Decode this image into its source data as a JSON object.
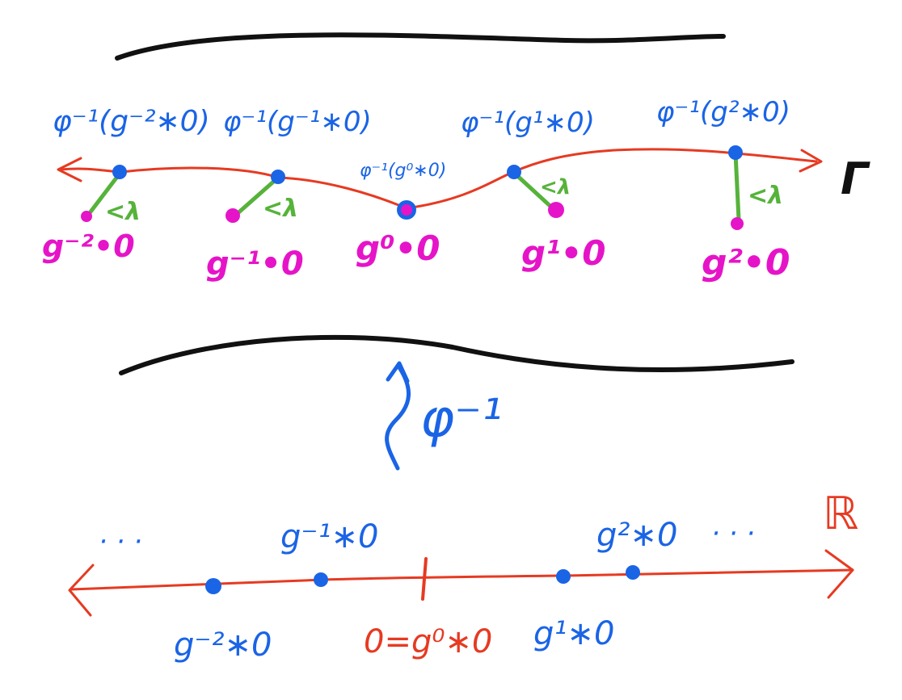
{
  "colors": {
    "black": "#111111",
    "red": "#e63a22",
    "blue": "#1a64e6",
    "magenta": "#e614c8",
    "green": "#56b33a"
  },
  "gamma": {
    "label": "Γ",
    "top_points": [
      {
        "label": "φ⁻¹(g⁻²∗0)"
      },
      {
        "label": "φ⁻¹(g⁻¹∗0)"
      },
      {
        "label": "φ⁻¹(g⁰∗0)"
      },
      {
        "label": "φ⁻¹(g¹∗0)"
      },
      {
        "label": "φ⁻¹(g²∗0)"
      }
    ],
    "orbit_points": [
      {
        "label": "g⁻²•0"
      },
      {
        "label": "g⁻¹•0"
      },
      {
        "label": "g⁰•0"
      },
      {
        "label": "g¹•0"
      },
      {
        "label": "g²•0"
      }
    ],
    "distance_label": "<λ"
  },
  "map": {
    "label": "φ⁻¹"
  },
  "real_line": {
    "label": "ℝ",
    "points": [
      {
        "label": "g⁻²∗0"
      },
      {
        "label": "g⁻¹∗0"
      },
      {
        "label": "0=g⁰∗0"
      },
      {
        "label": "g¹∗0"
      },
      {
        "label": "g²∗0"
      }
    ],
    "left_dots": "· · ·",
    "right_dots": "· · ·"
  }
}
